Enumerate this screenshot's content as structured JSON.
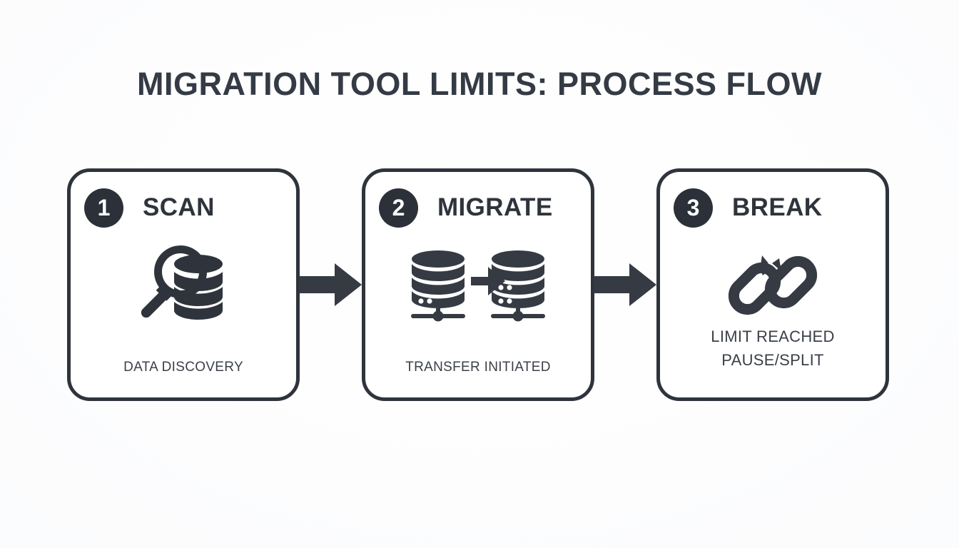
{
  "page": {
    "title": "MIGRATION TOOL LIMITS: PROCESS FLOW",
    "background_color": "#fcfcfd",
    "ink_color": "#2f343c",
    "badge_color": "#2b3039",
    "caption_color": "#3b4048"
  },
  "flow": {
    "steps": [
      {
        "number": "1",
        "title": "SCAN",
        "icon": "magnifier-database-icon",
        "caption_lines": [
          "DATA DISCOVERY"
        ]
      },
      {
        "number": "2",
        "title": "MIGRATE",
        "icon": "database-transfer-icon",
        "caption_lines": [
          "TRANSFER INITIATED"
        ]
      },
      {
        "number": "3",
        "title": "BREAK",
        "icon": "broken-chain-icon",
        "caption_lines": [
          "LIMIT REACHED",
          "PAUSE/SPLIT"
        ]
      }
    ],
    "connectors": [
      {
        "icon": "arrow-right-icon",
        "from": "SCAN",
        "to": "MIGRATE"
      },
      {
        "icon": "arrow-right-icon",
        "from": "MIGRATE",
        "to": "BREAK"
      }
    ]
  }
}
